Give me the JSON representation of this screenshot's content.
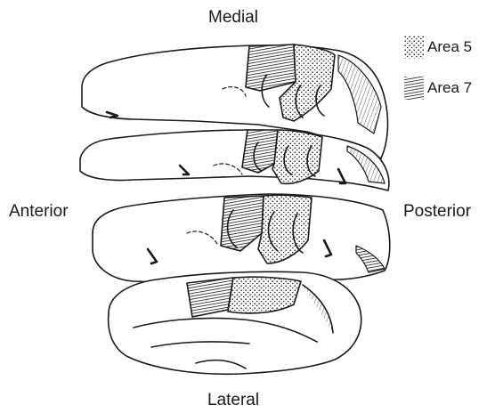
{
  "orientation": {
    "top": "Medial",
    "bottom": "Lateral",
    "left": "Anterior",
    "right": "Posterior"
  },
  "legend": [
    {
      "label": "Area 5",
      "pattern": "stipple"
    },
    {
      "label": "Area 7",
      "pattern": "hatch"
    }
  ],
  "colors": {
    "ink": "#1a1a1a",
    "paper": "#ffffff"
  }
}
